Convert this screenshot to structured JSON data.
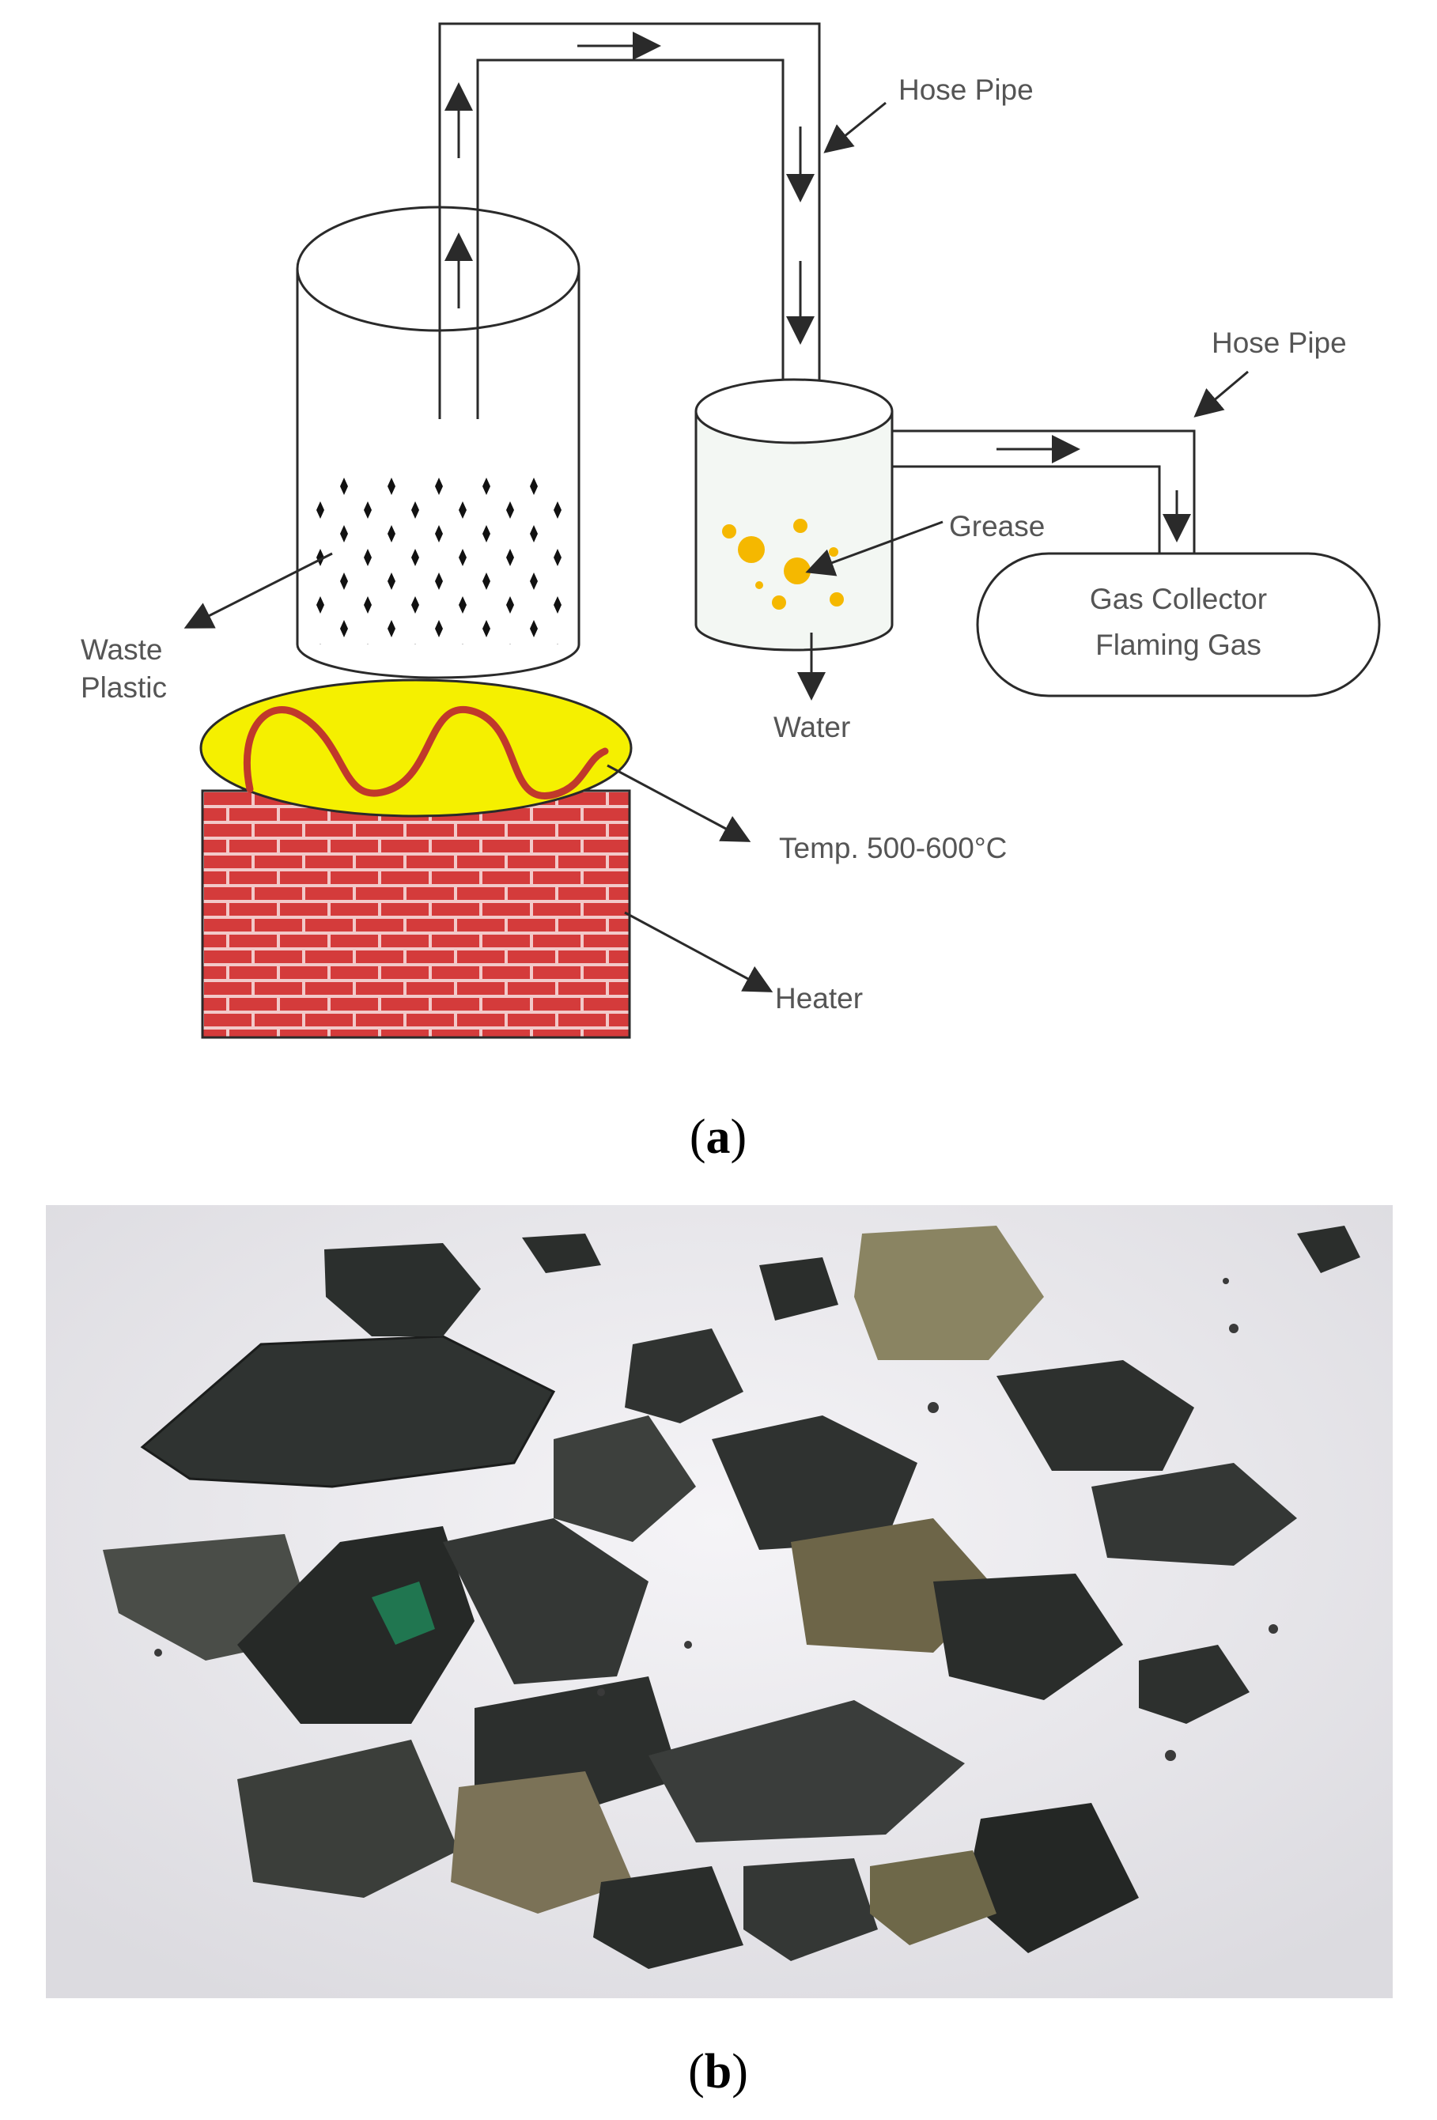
{
  "labels": {
    "hose_pipe_top": "Hose Pipe",
    "hose_pipe_right": "Hose Pipe",
    "grease": "Grease",
    "gas_collector_line1": "Gas Collector",
    "gas_collector_line2": "Flaming Gas",
    "waste_line1": "Waste",
    "waste_line2": "Plastic",
    "water": "Water",
    "temp": "Temp. 500-600°C",
    "heater": "Heater"
  },
  "panels": {
    "a": {
      "open": "(",
      "letter": "a",
      "close": ")"
    },
    "b": {
      "open": "(",
      "letter": "b",
      "close": ")"
    }
  },
  "colors": {
    "outline": "#2a2a2a",
    "heater_brick": "#d43b3b",
    "heater_mortar": "#f2c9c9",
    "heater_top": "#f5f000",
    "heating_coil": "#c0392b",
    "grease_drops": "#f5b800",
    "paper_bg": "#eeedf1",
    "char_dark": "#2b2e2c",
    "char_tan": "#7a6e4e",
    "char_green": "#1f8a5b"
  }
}
